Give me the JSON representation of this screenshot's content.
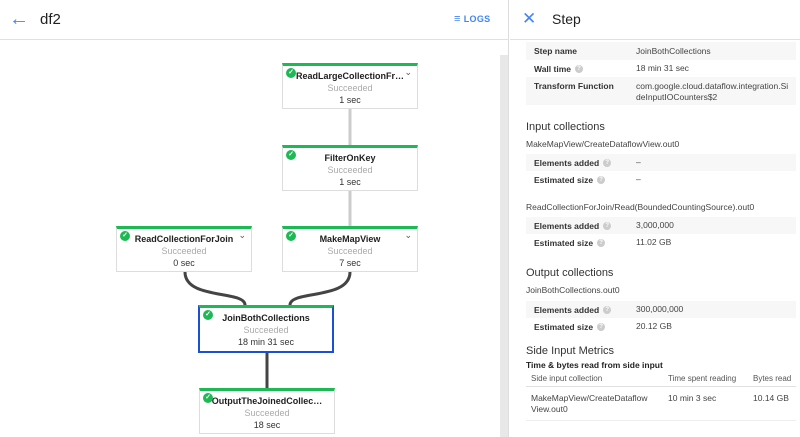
{
  "header": {
    "title": "df2",
    "logs_label": "LOGS"
  },
  "graph": {
    "nodes": [
      {
        "name": "ReadLargeCollectionFr…",
        "status": "Succeeded",
        "time": "1 sec"
      },
      {
        "name": "FilterOnKey",
        "status": "Succeeded",
        "time": "1 sec"
      },
      {
        "name": "ReadCollectionForJoin",
        "status": "Succeeded",
        "time": "0 sec"
      },
      {
        "name": "MakeMapView",
        "status": "Succeeded",
        "time": "7 sec"
      },
      {
        "name": "JoinBothCollections",
        "status": "Succeeded",
        "time": "18 min 31 sec"
      },
      {
        "name": "OutputTheJoinedCollec…",
        "status": "Succeeded",
        "time": "18 sec"
      }
    ],
    "status_color": "#1db954",
    "selected_color": "#1a4fd6"
  },
  "panel": {
    "title": "Step",
    "info": [
      {
        "key": "Step name",
        "value": "JoinBothCollections"
      },
      {
        "key": "Wall time",
        "value": "18 min 31 sec"
      },
      {
        "key": "Transform Function",
        "value": "com.google.cloud.dataflow.integration.SideInputIOCounters$2"
      }
    ],
    "input_title": "Input collections",
    "inputs": [
      {
        "name": "MakeMapView/CreateDataflowView.out0",
        "elements_label": "Elements added",
        "elements": "–",
        "size_label": "Estimated size",
        "size": "–"
      },
      {
        "name": "ReadCollectionForJoin/Read(BoundedCountingSource).out0",
        "elements_label": "Elements added",
        "elements": "3,000,000",
        "size_label": "Estimated size",
        "size": "11.02 GB"
      }
    ],
    "output_title": "Output collections",
    "output": {
      "name": "JoinBothCollections.out0",
      "elements_label": "Elements added",
      "elements": "300,000,000",
      "size_label": "Estimated size",
      "size": "20.12 GB"
    },
    "side_title": "Side Input Metrics",
    "side_subtitle": "Time & bytes read from side input",
    "side_headers": [
      "Side input collection",
      "Time spent reading",
      "Bytes read"
    ],
    "side_rows": [
      [
        "MakeMapView/CreateDataflowView.out0",
        "10 min 3 sec",
        "10.14 GB"
      ]
    ]
  }
}
